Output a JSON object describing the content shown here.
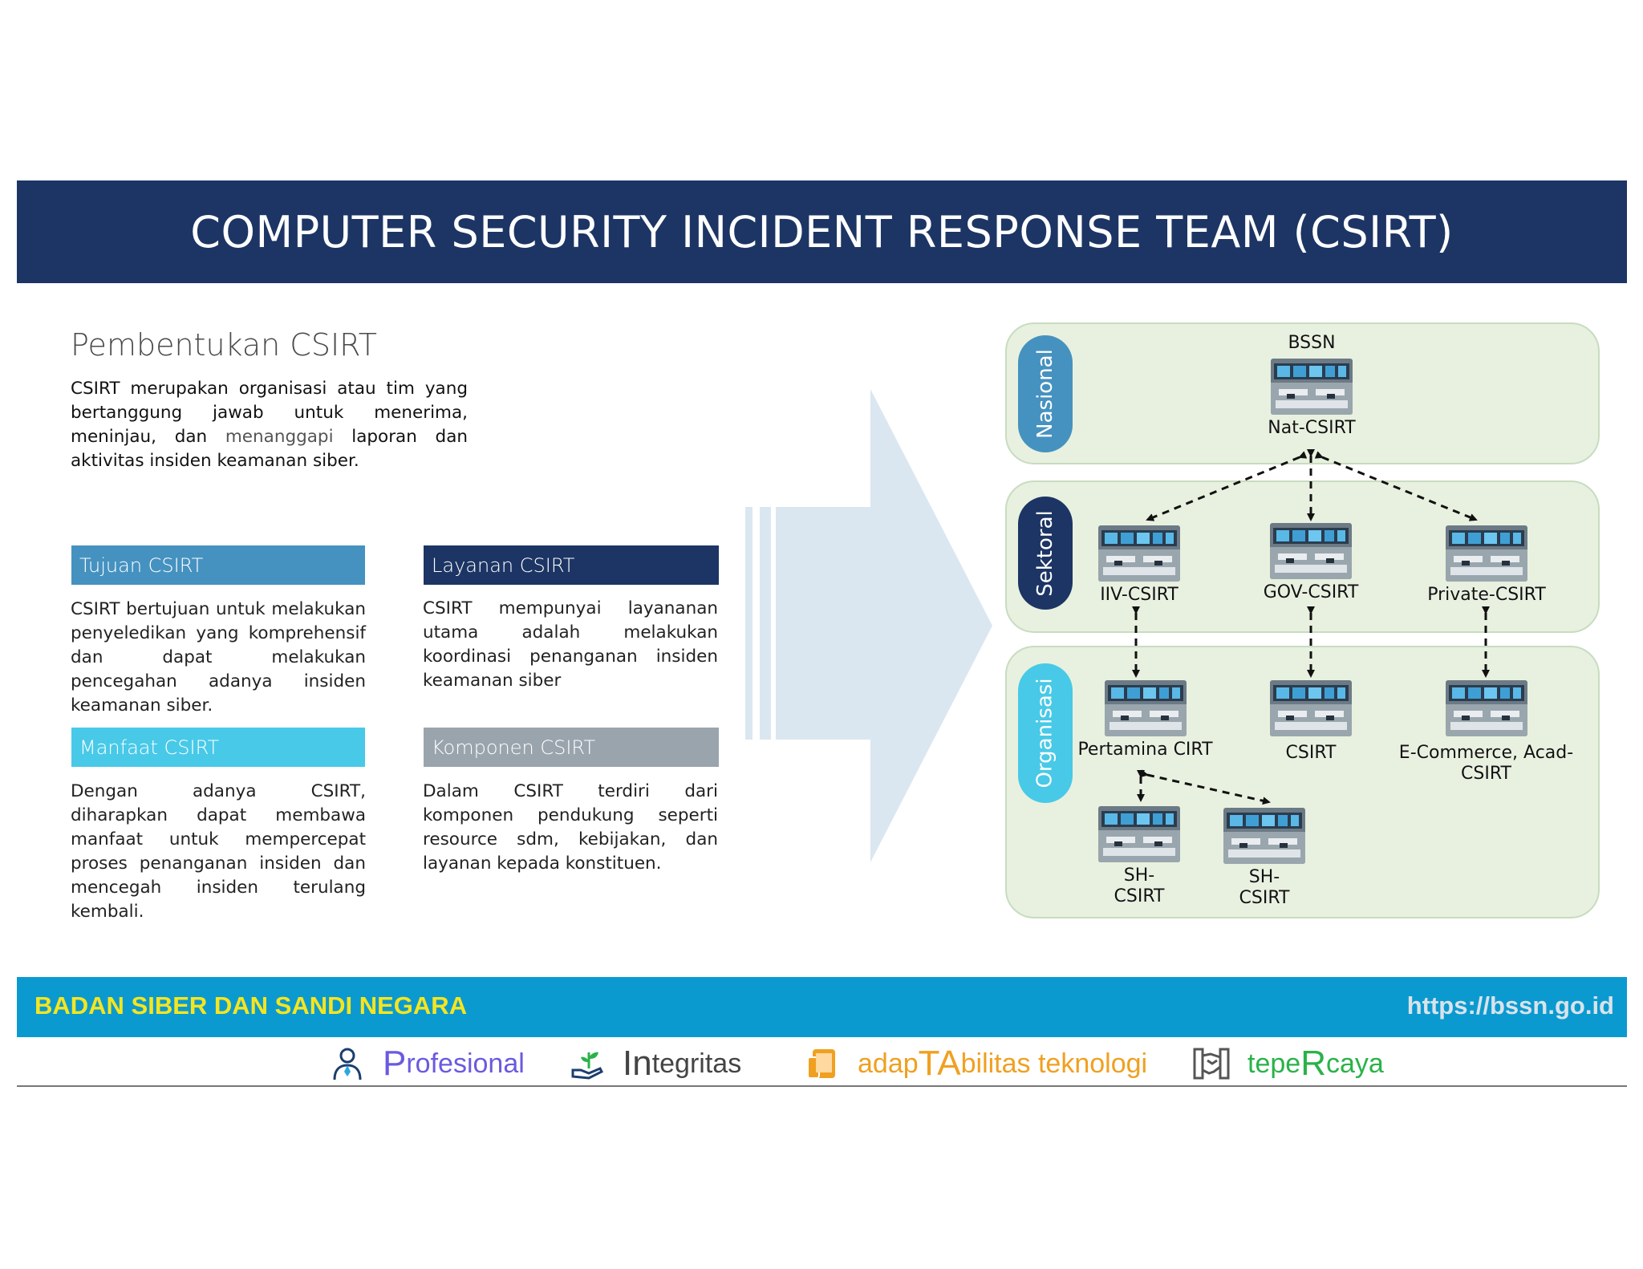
{
  "slide": {
    "title": "COMPUTER SECURITY INCIDENT RESPONSE TEAM (CSIRT)"
  },
  "intro": {
    "heading": "Pembentukan CSIRT",
    "text_before": "CSIRT merupakan organisasi atau tim yang bertanggung jawab untuk menerima, meninjau, dan ",
    "text_highlight": "menanggapi",
    "text_after": " laporan dan aktivitas insiden keamanan siber."
  },
  "boxes": [
    {
      "title": "Tujuan CSIRT",
      "color": "#4592c0",
      "text": "CSIRT bertujuan untuk melakukan penyeledikan yang komprehensif dan dapat melakukan pencegahan adanya insiden keamanan siber."
    },
    {
      "title": "Layanan CSIRT",
      "color": "#1c3564",
      "text": "CSIRT mempunyai layananan utama adalah melakukan koordinasi penanganan insiden keamanan siber"
    },
    {
      "title": "Manfaat  CSIRT",
      "color": "#48c9e8",
      "text": "Dengan adanya CSIRT, diharapkan dapat membawa manfaat untuk mempercepat proses penanganan insiden dan mencegah insiden terulang kembali."
    },
    {
      "title": "Komponen CSIRT",
      "color": "#9aa4ad",
      "text": "Dalam CSIRT terdiri dari komponen pendukung seperti resource sdm, kebijakan, dan layanan kepada konstituen."
    }
  ],
  "diagram": {
    "tiers": [
      {
        "label": "Nasional",
        "color": "#4592c0"
      },
      {
        "label": "Sektoral",
        "color": "#1c3564"
      },
      {
        "label": "Organisasi",
        "color": "#48c9e8"
      }
    ],
    "nodes": {
      "bssn_caption": "BSSN",
      "nat_csirt": "Nat-CSIRT",
      "iiv_csirt": "IIV-CSIRT",
      "gov_csirt": "GOV-CSIRT",
      "private_csirt": "Private-CSIRT",
      "pertamina": "Pertamina CIRT",
      "org_csirt": "CSIRT",
      "ecommerce_line1": "E-Commerce, Acad-",
      "ecommerce_line2": "CSIRT",
      "sh1_line1": "SH-",
      "sh1_line2": "CSIRT",
      "sh2_line1": "SH-",
      "sh2_line2": "CSIRT"
    }
  },
  "footer": {
    "org_name": "BADAN SIBER DAN SANDI NEGARA",
    "url": "https://bssn.go.id",
    "bar_color": "#0b9ad0",
    "org_color": "#f6e51e"
  },
  "values": [
    {
      "icon": "person-icon",
      "color": "#6a5ae0",
      "big": "P",
      "rest": "rofesional"
    },
    {
      "icon": "hand-plant-icon",
      "color": "#444444",
      "big": "In",
      "rest": "tegritas"
    },
    {
      "icon": "devices-icon",
      "color": "#f0a020",
      "pre": "adap",
      "big": "TA",
      "rest": "bilitas teknologi"
    },
    {
      "icon": "handshake-icon",
      "color": "#2ab24a",
      "pre": "tepe",
      "big": "R",
      "rest": "caya"
    }
  ]
}
